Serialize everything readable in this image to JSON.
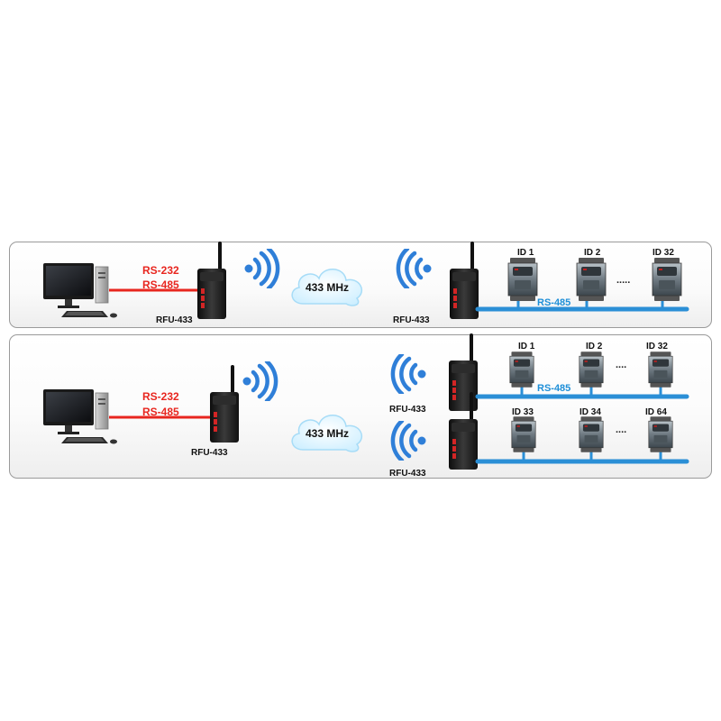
{
  "colors": {
    "serial_link": "#e8261f",
    "bus_line": "#2b8fd6",
    "rs485_bus_label": "#1e8fd8",
    "wireless_waves": "#2f7fd8",
    "cloud_fill": "#e6f6ff"
  },
  "icons": {
    "computer": "desktop-computer-icon",
    "modem": "radio-modem-icon",
    "waves": "wireless-waves-icon",
    "cloud": "cloud-icon",
    "io_module": "io-module-icon"
  },
  "panel1": {
    "serial_label_1": "RS-232",
    "serial_label_2": "RS-485",
    "master_modem_label": "RFU-433",
    "frequency_label": "433 MHz",
    "remote_modem_label": "RFU-433",
    "bus_label": "RS-485",
    "modules": [
      "ID 1",
      "ID 2",
      "ID 32"
    ],
    "ellipsis": "....."
  },
  "panel2": {
    "serial_label_1": "RS-232",
    "serial_label_2": "RS-485",
    "master_modem_label": "RFU-433",
    "frequency_label": "433 MHz",
    "remote_modem_a_label": "RFU-433",
    "remote_modem_b_label": "RFU-433",
    "bus_label": "RS-485",
    "modules_a": [
      "ID 1",
      "ID 2",
      "ID 32"
    ],
    "modules_b": [
      "ID 33",
      "ID 34",
      "ID 64"
    ],
    "ellipsis_a": "....",
    "ellipsis_b": "...."
  }
}
